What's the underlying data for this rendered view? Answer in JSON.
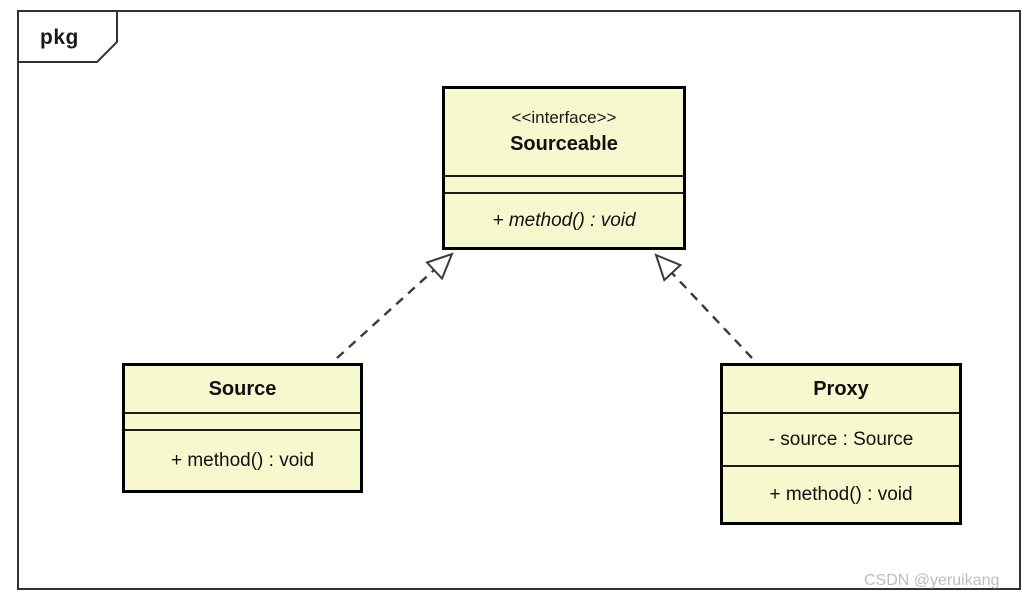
{
  "package": {
    "label": "pkg"
  },
  "interface_box": {
    "stereotype": "<<interface>>",
    "name": "Sourceable",
    "attributes": [],
    "operations": [
      "+ method() : void"
    ]
  },
  "source_box": {
    "name": "Source",
    "attributes": [],
    "operations": [
      "+ method() : void"
    ]
  },
  "proxy_box": {
    "name": "Proxy",
    "attributes": [
      "- source : Source"
    ],
    "operations": [
      "+ method() : void"
    ]
  },
  "relationships": [
    {
      "from": "Source",
      "to": "Sourceable",
      "type": "realization",
      "line": "dashed",
      "arrowhead": "hollow-triangle"
    },
    {
      "from": "Proxy",
      "to": "Sourceable",
      "type": "realization",
      "line": "dashed",
      "arrowhead": "hollow-triangle"
    }
  ],
  "watermark": "CSDN @yeruikang",
  "colors": {
    "box_fill": "#F8F8CE",
    "box_border": "#000000",
    "frame_border": "#333333",
    "arrow_stroke": "#3a3a3a",
    "watermark": "#BDBDBD"
  }
}
